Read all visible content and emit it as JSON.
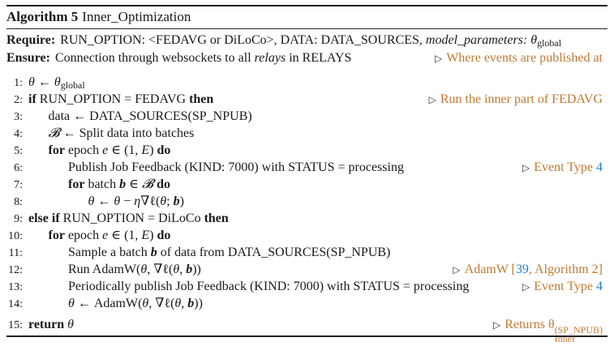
{
  "algorithm": {
    "label": "Algorithm 5",
    "name": "Inner_Optimization",
    "require_label": "Require:",
    "ensure_label": "Ensure:",
    "comment_marker": "▷",
    "colors": {
      "comment": "#c07a33",
      "link": "#1f7fc9",
      "text": "#1a1a1a"
    },
    "require": [
      {
        "t": "RUN_OPTION: <FEDAVG or DiLoCo>, DATA: DATA_SOURCES, "
      },
      {
        "t": "model_parameters",
        "s": "it"
      },
      {
        "t": ": θ",
        "s": "it"
      },
      {
        "t": "global",
        "s": "sub"
      }
    ],
    "ensure": [
      {
        "t": "Connection through websockets to all "
      },
      {
        "t": "relays",
        "s": "it"
      },
      {
        "t": " in RELAYS"
      }
    ],
    "ensure_comment": [
      {
        "t": "Where events are published at"
      }
    ],
    "lines": [
      {
        "n": "1:",
        "indent": 0,
        "parts": [
          {
            "t": "θ",
            "s": "it"
          },
          {
            "t": " ← "
          },
          {
            "t": "θ",
            "s": "it"
          },
          {
            "t": "global",
            "s": "sub"
          }
        ]
      },
      {
        "n": "2:",
        "indent": 0,
        "parts": [
          {
            "t": "if",
            "s": "kw"
          },
          {
            "t": " RUN_OPTION = FEDAVG "
          },
          {
            "t": "then",
            "s": "kw"
          }
        ],
        "comment": [
          {
            "t": "Run the inner part of FEDAVG"
          }
        ]
      },
      {
        "n": "3:",
        "indent": 1,
        "parts": [
          {
            "t": "data ← DATA_SOURCES(SP_NPUB)"
          }
        ]
      },
      {
        "n": "4:",
        "indent": 1,
        "parts": [
          {
            "t": "𝓑",
            "s": "it"
          },
          {
            "t": " ← Split data into batches"
          }
        ]
      },
      {
        "n": "5:",
        "indent": 1,
        "parts": [
          {
            "t": "for",
            "s": "kw"
          },
          {
            "t": " epoch "
          },
          {
            "t": "e",
            "s": "it"
          },
          {
            "t": " ∈ (1, "
          },
          {
            "t": "E",
            "s": "it"
          },
          {
            "t": ") "
          },
          {
            "t": "do",
            "s": "kw"
          }
        ]
      },
      {
        "n": "6:",
        "indent": 2,
        "parts": [
          {
            "t": "Publish Job Feedback (KIND: 7000) with STATUS = processing"
          }
        ],
        "comment": [
          {
            "t": "Event Type "
          },
          {
            "t": "4",
            "s": "link"
          }
        ]
      },
      {
        "n": "7:",
        "indent": 2,
        "parts": [
          {
            "t": "for",
            "s": "kw"
          },
          {
            "t": " batch "
          },
          {
            "t": "b",
            "s": "bi"
          },
          {
            "t": " ∈ "
          },
          {
            "t": "𝓑",
            "s": "it"
          },
          {
            "t": " "
          },
          {
            "t": "do",
            "s": "kw"
          }
        ]
      },
      {
        "n": "8:",
        "indent": 3,
        "parts": [
          {
            "t": "θ",
            "s": "it"
          },
          {
            "t": " ← "
          },
          {
            "t": "θ",
            "s": "it"
          },
          {
            "t": " − "
          },
          {
            "t": "η",
            "s": "it"
          },
          {
            "t": "∇ℓ("
          },
          {
            "t": "θ",
            "s": "it"
          },
          {
            "t": "; "
          },
          {
            "t": "b",
            "s": "bi"
          },
          {
            "t": ")"
          }
        ]
      },
      {
        "n": "9:",
        "indent": 0,
        "parts": [
          {
            "t": "else if",
            "s": "kw"
          },
          {
            "t": " RUN_OPTION = DiLoCo "
          },
          {
            "t": "then",
            "s": "kw"
          }
        ]
      },
      {
        "n": "10:",
        "indent": 1,
        "parts": [
          {
            "t": "for",
            "s": "kw"
          },
          {
            "t": " epoch "
          },
          {
            "t": "e",
            "s": "it"
          },
          {
            "t": " ∈ (1, "
          },
          {
            "t": "E",
            "s": "it"
          },
          {
            "t": ") "
          },
          {
            "t": "do",
            "s": "kw"
          }
        ]
      },
      {
        "n": "11:",
        "indent": 2,
        "parts": [
          {
            "t": "Sample a batch "
          },
          {
            "t": "b",
            "s": "bi"
          },
          {
            "t": " of data from DATA_SOURCES(SP_NPUB)"
          }
        ]
      },
      {
        "n": "12:",
        "indent": 2,
        "parts": [
          {
            "t": "Run AdamW("
          },
          {
            "t": "θ",
            "s": "it"
          },
          {
            "t": ", ∇ℓ("
          },
          {
            "t": "θ",
            "s": "it"
          },
          {
            "t": ", "
          },
          {
            "t": "b",
            "s": "bi"
          },
          {
            "t": "))"
          }
        ],
        "comment": [
          {
            "t": "AdamW ["
          },
          {
            "t": "39",
            "s": "link"
          },
          {
            "t": ", Algorithm 2]"
          }
        ]
      },
      {
        "n": "13:",
        "indent": 2,
        "parts": [
          {
            "t": "Periodically publish Job Feedback (KIND: 7000) with STATUS = processing"
          }
        ],
        "comment": [
          {
            "t": "Event Type "
          },
          {
            "t": "4",
            "s": "link"
          }
        ]
      },
      {
        "n": "14:",
        "indent": 2,
        "parts": [
          {
            "t": "θ",
            "s": "it"
          },
          {
            "t": " ← AdamW("
          },
          {
            "t": "θ",
            "s": "it"
          },
          {
            "t": ", ∇ℓ("
          },
          {
            "t": "θ",
            "s": "it"
          },
          {
            "t": ", "
          },
          {
            "t": "b",
            "s": "bi"
          },
          {
            "t": "))"
          }
        ]
      },
      {
        "n": "15:",
        "indent": 0,
        "parts": [
          {
            "t": "return",
            "s": "kw"
          },
          {
            "t": " "
          },
          {
            "t": "θ",
            "s": "it"
          }
        ],
        "comment": [
          {
            "t": "Returns θ"
          },
          {
            "sup": "(SP_NPUB)",
            "sub": "Inner"
          }
        ]
      }
    ]
  }
}
